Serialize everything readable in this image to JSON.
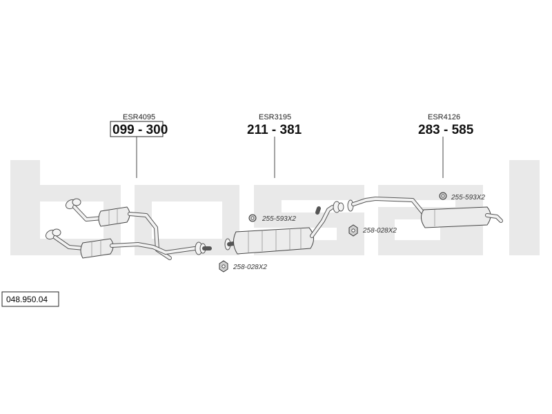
{
  "watermark": {
    "text": "bosal"
  },
  "reference": {
    "number": "048.950.04"
  },
  "parts": [
    {
      "code": "ESR4095",
      "number": "099 - 300",
      "boxed": true
    },
    {
      "code": "ESR3195",
      "number": "211 - 381",
      "boxed": false
    },
    {
      "code": "ESR4126",
      "number": "283 - 585",
      "boxed": false
    }
  ],
  "accessories": [
    {
      "label": "255-593X2",
      "icon": "rubber-hanger-icon"
    },
    {
      "label": "258-028X2",
      "icon": "hex-nut-icon"
    },
    {
      "label": "255-593X2",
      "icon": "rubber-hanger-icon"
    },
    {
      "label": "258-028X2",
      "icon": "hex-nut-icon"
    }
  ],
  "colors": {
    "watermark": "#e9e9e9",
    "line": "#444444",
    "part_fill": "#ececec"
  }
}
